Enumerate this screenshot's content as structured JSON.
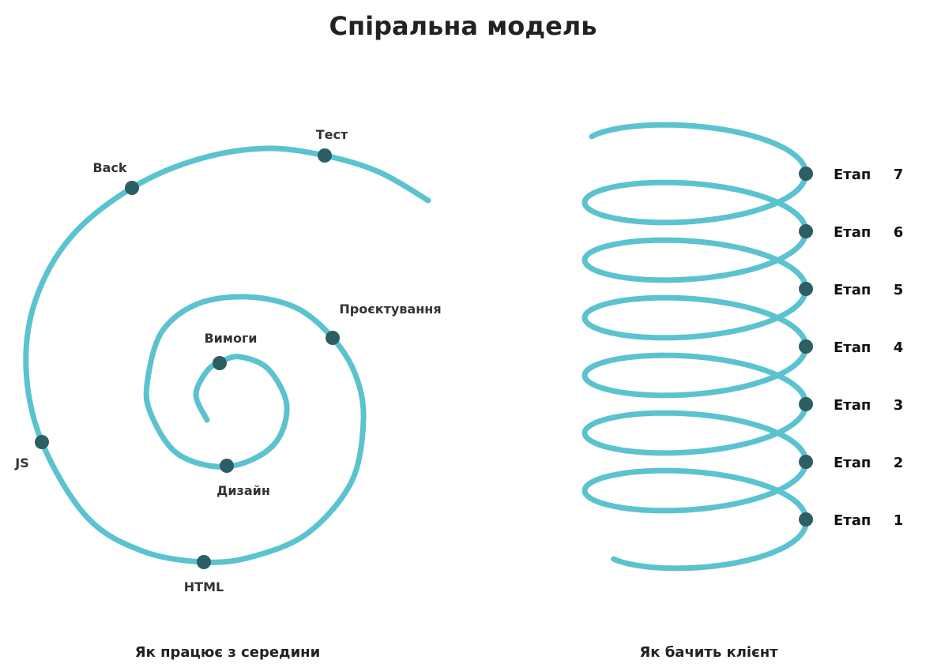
{
  "title": "Спіральна модель",
  "colors": {
    "curve": "#5bc3cf",
    "dot": "#2b5f63"
  },
  "left": {
    "caption": "Як працює з середини",
    "labels": {
      "vymohy": "Вимоги",
      "dyzain": "Дизайн",
      "proektuvannia": "Проєктування",
      "html": "HTML",
      "js": "JS",
      "back": "Back",
      "test": "Тест"
    }
  },
  "right": {
    "caption": "Як бачить клієнт",
    "stage_word": "Етап",
    "stages": [
      "1",
      "2",
      "3",
      "4",
      "5",
      "6",
      "7"
    ]
  }
}
